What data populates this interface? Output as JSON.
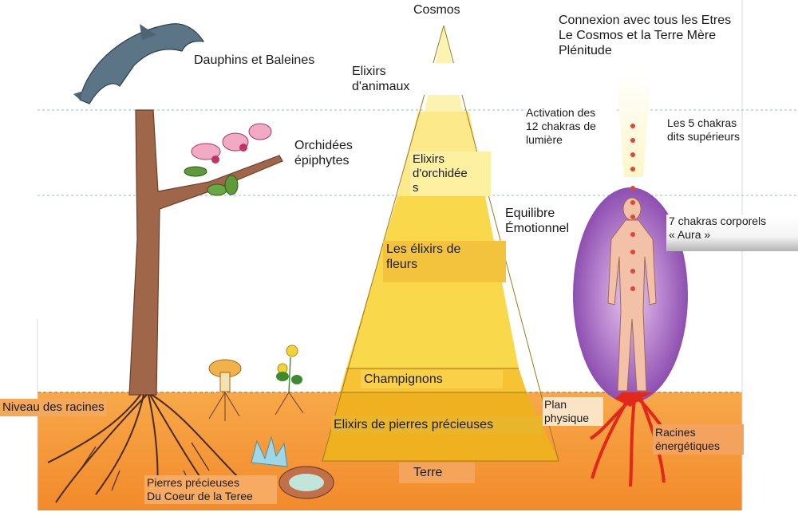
{
  "colors": {
    "ground": "#f59a3c",
    "pyramid_light": "#fdf3b0",
    "pyramid_mid": "#fbe46b",
    "pyramid_deep": "#f7c233",
    "pyramid_base": "#f0b121",
    "aura": "#a46cc0",
    "roots": "#e2271b",
    "chakra": "#e0453a",
    "dashed_line": "#7fc4e0"
  },
  "icons": [
    "dolphin-icon",
    "orchid-icon",
    "tree-icon",
    "mushroom-icon",
    "yellow-flower-icon",
    "crystal-icon",
    "gemstone-icon",
    "human-body-icon"
  ],
  "labels": {
    "cosmos": "Cosmos",
    "connexion": "Connexion avec tous les Etres\nLe Cosmos et la Terre Mère\nPlénitude",
    "dauphins": "Dauphins et Baleines",
    "elixirs_animaux": "Elixirs\nd'animaux",
    "activation": "Activation des\n12 chakras de\nlumière",
    "cinq_chakras": "Les 5 chakras\ndits supérieurs",
    "orchidees_epiphytes": "Orchidées\népiphytes",
    "elixirs_orchidees": "Elixirs\nd'orchidée\ns",
    "equilibre": "Equilibre\nÉmotionnel",
    "sept_chakras": "7 chakras corporels\n« Aura »",
    "elixirs_fleurs": "Les élixirs de\nfleurs",
    "champignons": "Champignons",
    "niveau_racines": "Niveau des racines",
    "elixirs_pierres": "Elixirs de pierres précieuses",
    "plan_physique": "Plan\nphysique",
    "racines_energetiques": "Racines\nénergétiques",
    "terre": "Terre",
    "pierres_precieuses": "Pierres précieuses\nDu Coeur de la Teree"
  }
}
